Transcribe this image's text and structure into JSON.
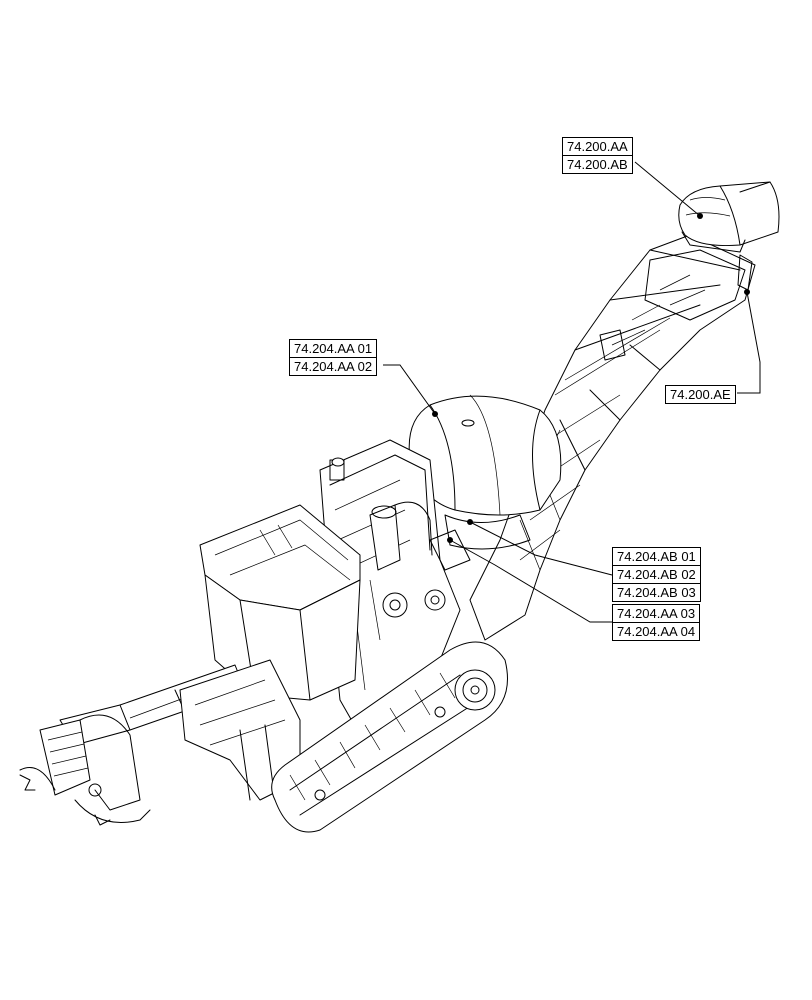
{
  "callouts": {
    "loader_hood": {
      "labels": [
        "74.200.AA",
        "74.200.AB"
      ]
    },
    "loader_pin": {
      "labels": [
        "74.200.AE"
      ]
    },
    "fan_hood": {
      "labels": [
        "74.204.AA 01",
        "74.204.AA 02"
      ]
    },
    "fan_inner": {
      "labels": [
        "74.204.AB 01",
        "74.204.AB 02",
        "74.204.AB 03"
      ]
    },
    "fan_motor": {
      "labels": [
        "74.204.AA 03",
        "74.204.AA 04"
      ]
    }
  }
}
